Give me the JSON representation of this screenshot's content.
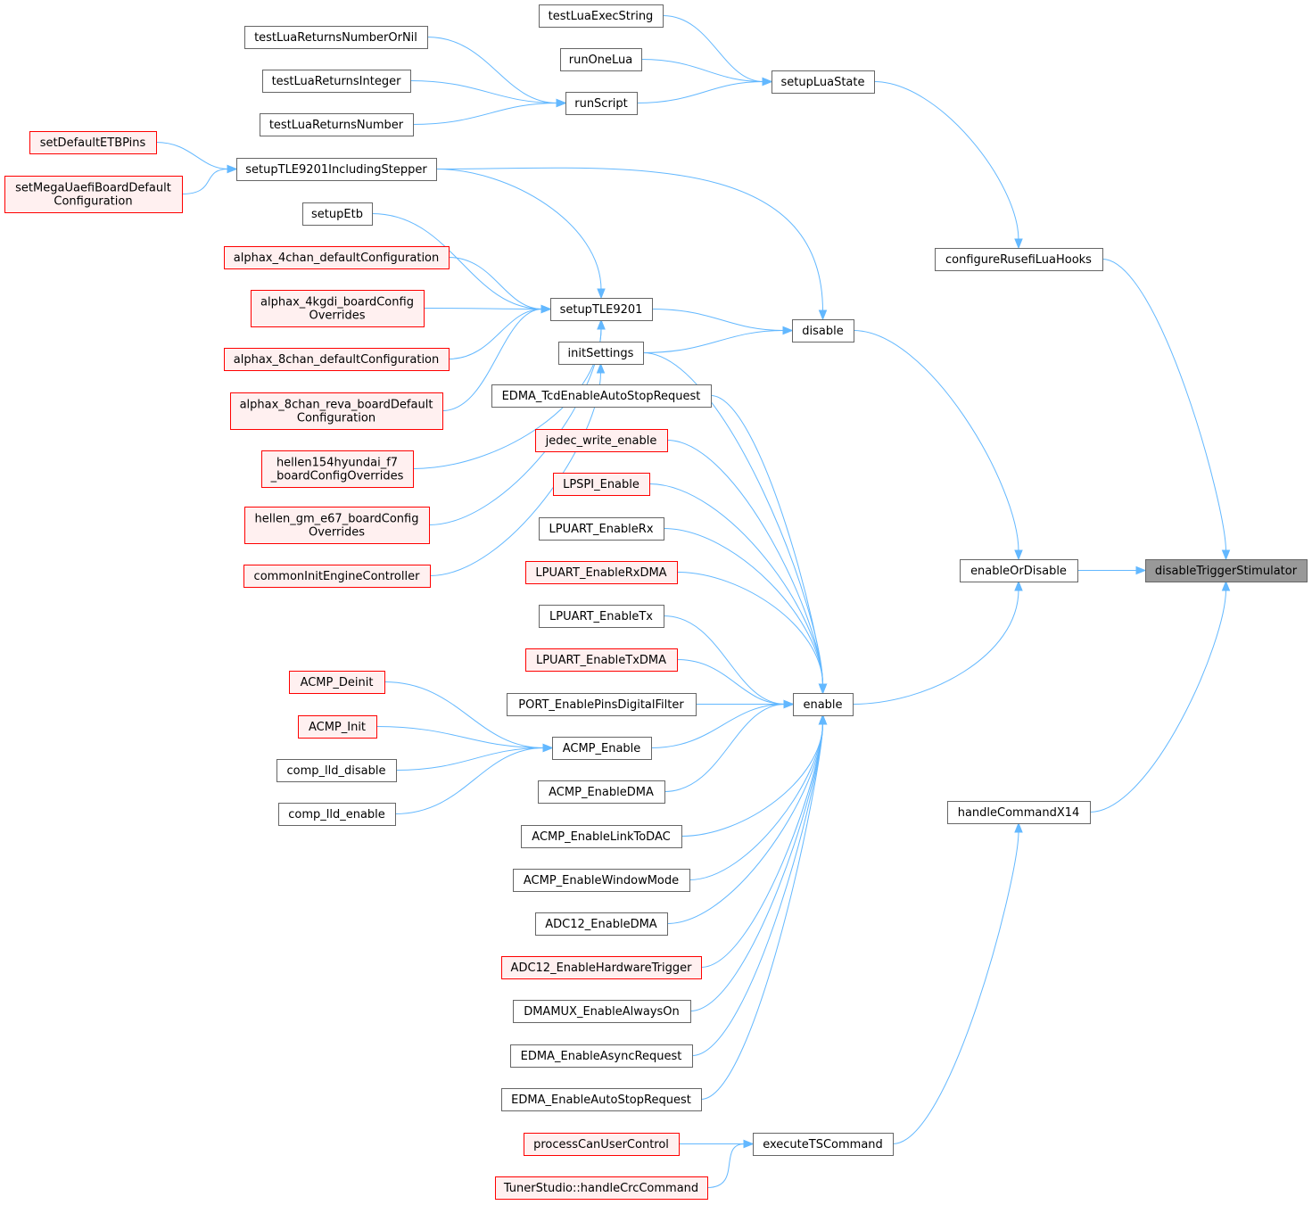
{
  "title": "",
  "colors": {
    "edge": "#63b8ff",
    "node_border": "#666666",
    "truncated_border": "#ff0000",
    "truncated_fill": "#fff0f0",
    "root_fill": "#999999"
  },
  "nodes": [
    {
      "id": "disableTriggerStimulator",
      "lines": [
        "disableTriggerStimulator"
      ],
      "style": "root"
    },
    {
      "id": "configureRusefiLuaHooks",
      "lines": [
        "configureRusefiLuaHooks"
      ],
      "style": "normal"
    },
    {
      "id": "enableOrDisable",
      "lines": [
        "enableOrDisable"
      ],
      "style": "normal"
    },
    {
      "id": "handleCommandX14",
      "lines": [
        "handleCommandX14"
      ],
      "style": "normal"
    },
    {
      "id": "setupLuaState",
      "lines": [
        "setupLuaState"
      ],
      "style": "normal"
    },
    {
      "id": "disable",
      "lines": [
        "disable"
      ],
      "style": "normal"
    },
    {
      "id": "enable",
      "lines": [
        "enable"
      ],
      "style": "normal"
    },
    {
      "id": "executeTSCommand",
      "lines": [
        "executeTSCommand"
      ],
      "style": "normal"
    },
    {
      "id": "testLuaExecString",
      "lines": [
        "testLuaExecString"
      ],
      "style": "normal"
    },
    {
      "id": "runOneLua",
      "lines": [
        "runOneLua"
      ],
      "style": "normal"
    },
    {
      "id": "runScript",
      "lines": [
        "runScript"
      ],
      "style": "normal"
    },
    {
      "id": "testLuaReturnsNumberOrNil",
      "lines": [
        "testLuaReturnsNumberOrNil"
      ],
      "style": "normal"
    },
    {
      "id": "testLuaReturnsInteger",
      "lines": [
        "testLuaReturnsInteger"
      ],
      "style": "normal"
    },
    {
      "id": "testLuaReturnsNumber",
      "lines": [
        "testLuaReturnsNumber"
      ],
      "style": "normal"
    },
    {
      "id": "setupTLE9201",
      "lines": [
        "setupTLE9201"
      ],
      "style": "normal"
    },
    {
      "id": "initSettings",
      "lines": [
        "initSettings"
      ],
      "style": "normal"
    },
    {
      "id": "setupTLE9201IncludingStepper",
      "lines": [
        "setupTLE9201IncludingStepper"
      ],
      "style": "normal"
    },
    {
      "id": "setDefaultETBPins",
      "lines": [
        "setDefaultETBPins"
      ],
      "style": "truncated"
    },
    {
      "id": "setMegaUaefiBoardDefaultConfiguration",
      "lines": [
        "setMegaUaefiBoardDefault",
        "Configuration"
      ],
      "style": "truncated"
    },
    {
      "id": "setupEtb",
      "lines": [
        "setupEtb"
      ],
      "style": "normal"
    },
    {
      "id": "alphax_4chan_defaultConfiguration",
      "lines": [
        "alphax_4chan_defaultConfiguration"
      ],
      "style": "truncated"
    },
    {
      "id": "alphax_4kgdi_boardConfigOverrides",
      "lines": [
        "alphax_4kgdi_boardConfig",
        "Overrides"
      ],
      "style": "truncated"
    },
    {
      "id": "alphax_8chan_defaultConfiguration",
      "lines": [
        "alphax_8chan_defaultConfiguration"
      ],
      "style": "truncated"
    },
    {
      "id": "alphax_8chan_reva_boardDefaultConfiguration",
      "lines": [
        "alphax_8chan_reva_boardDefault",
        "Configuration"
      ],
      "style": "truncated"
    },
    {
      "id": "hellen154hyundai_f7_boardConfigOverrides",
      "lines": [
        "hellen154hyundai_f7",
        "_boardConfigOverrides"
      ],
      "style": "truncated"
    },
    {
      "id": "hellen_gm_e67_boardConfigOverrides",
      "lines": [
        "hellen_gm_e67_boardConfig",
        "Overrides"
      ],
      "style": "truncated"
    },
    {
      "id": "commonInitEngineController",
      "lines": [
        "commonInitEngineController"
      ],
      "style": "truncated"
    },
    {
      "id": "EDMA_TcdEnableAutoStopRequest",
      "lines": [
        "EDMA_TcdEnableAutoStopRequest"
      ],
      "style": "normal"
    },
    {
      "id": "jedec_write_enable",
      "lines": [
        "jedec_write_enable"
      ],
      "style": "truncated"
    },
    {
      "id": "LPSPI_Enable",
      "lines": [
        "LPSPI_Enable"
      ],
      "style": "truncated"
    },
    {
      "id": "LPUART_EnableRx",
      "lines": [
        "LPUART_EnableRx"
      ],
      "style": "normal"
    },
    {
      "id": "LPUART_EnableRxDMA",
      "lines": [
        "LPUART_EnableRxDMA"
      ],
      "style": "truncated"
    },
    {
      "id": "LPUART_EnableTx",
      "lines": [
        "LPUART_EnableTx"
      ],
      "style": "normal"
    },
    {
      "id": "LPUART_EnableTxDMA",
      "lines": [
        "LPUART_EnableTxDMA"
      ],
      "style": "truncated"
    },
    {
      "id": "PORT_EnablePinsDigitalFilter",
      "lines": [
        "PORT_EnablePinsDigitalFilter"
      ],
      "style": "normal"
    },
    {
      "id": "ACMP_Enable",
      "lines": [
        "ACMP_Enable"
      ],
      "style": "normal"
    },
    {
      "id": "ACMP_EnableDMA",
      "lines": [
        "ACMP_EnableDMA"
      ],
      "style": "normal"
    },
    {
      "id": "ACMP_EnableLinkToDAC",
      "lines": [
        "ACMP_EnableLinkToDAC"
      ],
      "style": "normal"
    },
    {
      "id": "ACMP_EnableWindowMode",
      "lines": [
        "ACMP_EnableWindowMode"
      ],
      "style": "normal"
    },
    {
      "id": "ADC12_EnableDMA",
      "lines": [
        "ADC12_EnableDMA"
      ],
      "style": "normal"
    },
    {
      "id": "ADC12_EnableHardwareTrigger",
      "lines": [
        "ADC12_EnableHardwareTrigger"
      ],
      "style": "truncated"
    },
    {
      "id": "DMAMUX_EnableAlwaysOn",
      "lines": [
        "DMAMUX_EnableAlwaysOn"
      ],
      "style": "normal"
    },
    {
      "id": "EDMA_EnableAsyncRequest",
      "lines": [
        "EDMA_EnableAsyncRequest"
      ],
      "style": "normal"
    },
    {
      "id": "EDMA_EnableAutoStopRequest",
      "lines": [
        "EDMA_EnableAutoStopRequest"
      ],
      "style": "normal"
    },
    {
      "id": "ACMP_Deinit",
      "lines": [
        "ACMP_Deinit"
      ],
      "style": "truncated"
    },
    {
      "id": "ACMP_Init",
      "lines": [
        "ACMP_Init"
      ],
      "style": "truncated"
    },
    {
      "id": "comp_lld_disable",
      "lines": [
        "comp_lld_disable"
      ],
      "style": "normal"
    },
    {
      "id": "comp_lld_enable",
      "lines": [
        "comp_lld_enable"
      ],
      "style": "normal"
    },
    {
      "id": "processCanUserControl",
      "lines": [
        "processCanUserControl"
      ],
      "style": "truncated"
    },
    {
      "id": "TunerStudio_handleCrcCommand",
      "lines": [
        "TunerStudio::handleCrcCommand"
      ],
      "style": "truncated"
    }
  ],
  "edges": [
    {
      "from": "configureRusefiLuaHooks",
      "to": "disableTriggerStimulator"
    },
    {
      "from": "enableOrDisable",
      "to": "disableTriggerStimulator"
    },
    {
      "from": "handleCommandX14",
      "to": "disableTriggerStimulator"
    },
    {
      "from": "setupLuaState",
      "to": "configureRusefiLuaHooks"
    },
    {
      "from": "disable",
      "to": "enableOrDisable"
    },
    {
      "from": "enable",
      "to": "enableOrDisable"
    },
    {
      "from": "executeTSCommand",
      "to": "handleCommandX14"
    },
    {
      "from": "testLuaExecString",
      "to": "setupLuaState"
    },
    {
      "from": "runOneLua",
      "to": "setupLuaState"
    },
    {
      "from": "runScript",
      "to": "setupLuaState"
    },
    {
      "from": "testLuaReturnsNumberOrNil",
      "to": "runScript"
    },
    {
      "from": "testLuaReturnsInteger",
      "to": "runScript"
    },
    {
      "from": "testLuaReturnsNumber",
      "to": "runScript"
    },
    {
      "from": "setupTLE9201IncludingStepper",
      "to": "disable"
    },
    {
      "from": "setupTLE9201",
      "to": "disable"
    },
    {
      "from": "initSettings",
      "to": "disable"
    },
    {
      "from": "setDefaultETBPins",
      "to": "setupTLE9201IncludingStepper"
    },
    {
      "from": "setMegaUaefiBoardDefaultConfiguration",
      "to": "setupTLE9201IncludingStepper"
    },
    {
      "from": "setupTLE9201IncludingStepper",
      "to": "setupTLE9201"
    },
    {
      "from": "setupEtb",
      "to": "setupTLE9201"
    },
    {
      "from": "alphax_4chan_defaultConfiguration",
      "to": "setupTLE9201"
    },
    {
      "from": "alphax_4kgdi_boardConfigOverrides",
      "to": "setupTLE9201"
    },
    {
      "from": "alphax_8chan_defaultConfiguration",
      "to": "setupTLE9201"
    },
    {
      "from": "alphax_8chan_reva_boardDefaultConfiguration",
      "to": "setupTLE9201"
    },
    {
      "from": "hellen154hyundai_f7_boardConfigOverrides",
      "to": "setupTLE9201"
    },
    {
      "from": "hellen_gm_e67_boardConfigOverrides",
      "to": "setupTLE9201"
    },
    {
      "from": "commonInitEngineController",
      "to": "initSettings"
    },
    {
      "from": "initSettings",
      "to": "enable"
    },
    {
      "from": "EDMA_TcdEnableAutoStopRequest",
      "to": "enable"
    },
    {
      "from": "jedec_write_enable",
      "to": "enable"
    },
    {
      "from": "LPSPI_Enable",
      "to": "enable"
    },
    {
      "from": "LPUART_EnableRx",
      "to": "enable"
    },
    {
      "from": "LPUART_EnableRxDMA",
      "to": "enable"
    },
    {
      "from": "LPUART_EnableTx",
      "to": "enable"
    },
    {
      "from": "LPUART_EnableTxDMA",
      "to": "enable"
    },
    {
      "from": "PORT_EnablePinsDigitalFilter",
      "to": "enable"
    },
    {
      "from": "ACMP_Enable",
      "to": "enable"
    },
    {
      "from": "ACMP_EnableDMA",
      "to": "enable"
    },
    {
      "from": "ACMP_EnableLinkToDAC",
      "to": "enable"
    },
    {
      "from": "ACMP_EnableWindowMode",
      "to": "enable"
    },
    {
      "from": "ADC12_EnableDMA",
      "to": "enable"
    },
    {
      "from": "ADC12_EnableHardwareTrigger",
      "to": "enable"
    },
    {
      "from": "DMAMUX_EnableAlwaysOn",
      "to": "enable"
    },
    {
      "from": "EDMA_EnableAsyncRequest",
      "to": "enable"
    },
    {
      "from": "EDMA_EnableAutoStopRequest",
      "to": "enable"
    },
    {
      "from": "ACMP_Deinit",
      "to": "ACMP_Enable"
    },
    {
      "from": "ACMP_Init",
      "to": "ACMP_Enable"
    },
    {
      "from": "comp_lld_disable",
      "to": "ACMP_Enable"
    },
    {
      "from": "comp_lld_enable",
      "to": "ACMP_Enable"
    },
    {
      "from": "processCanUserControl",
      "to": "executeTSCommand"
    },
    {
      "from": "TunerStudio_handleCrcCommand",
      "to": "executeTSCommand"
    }
  ]
}
